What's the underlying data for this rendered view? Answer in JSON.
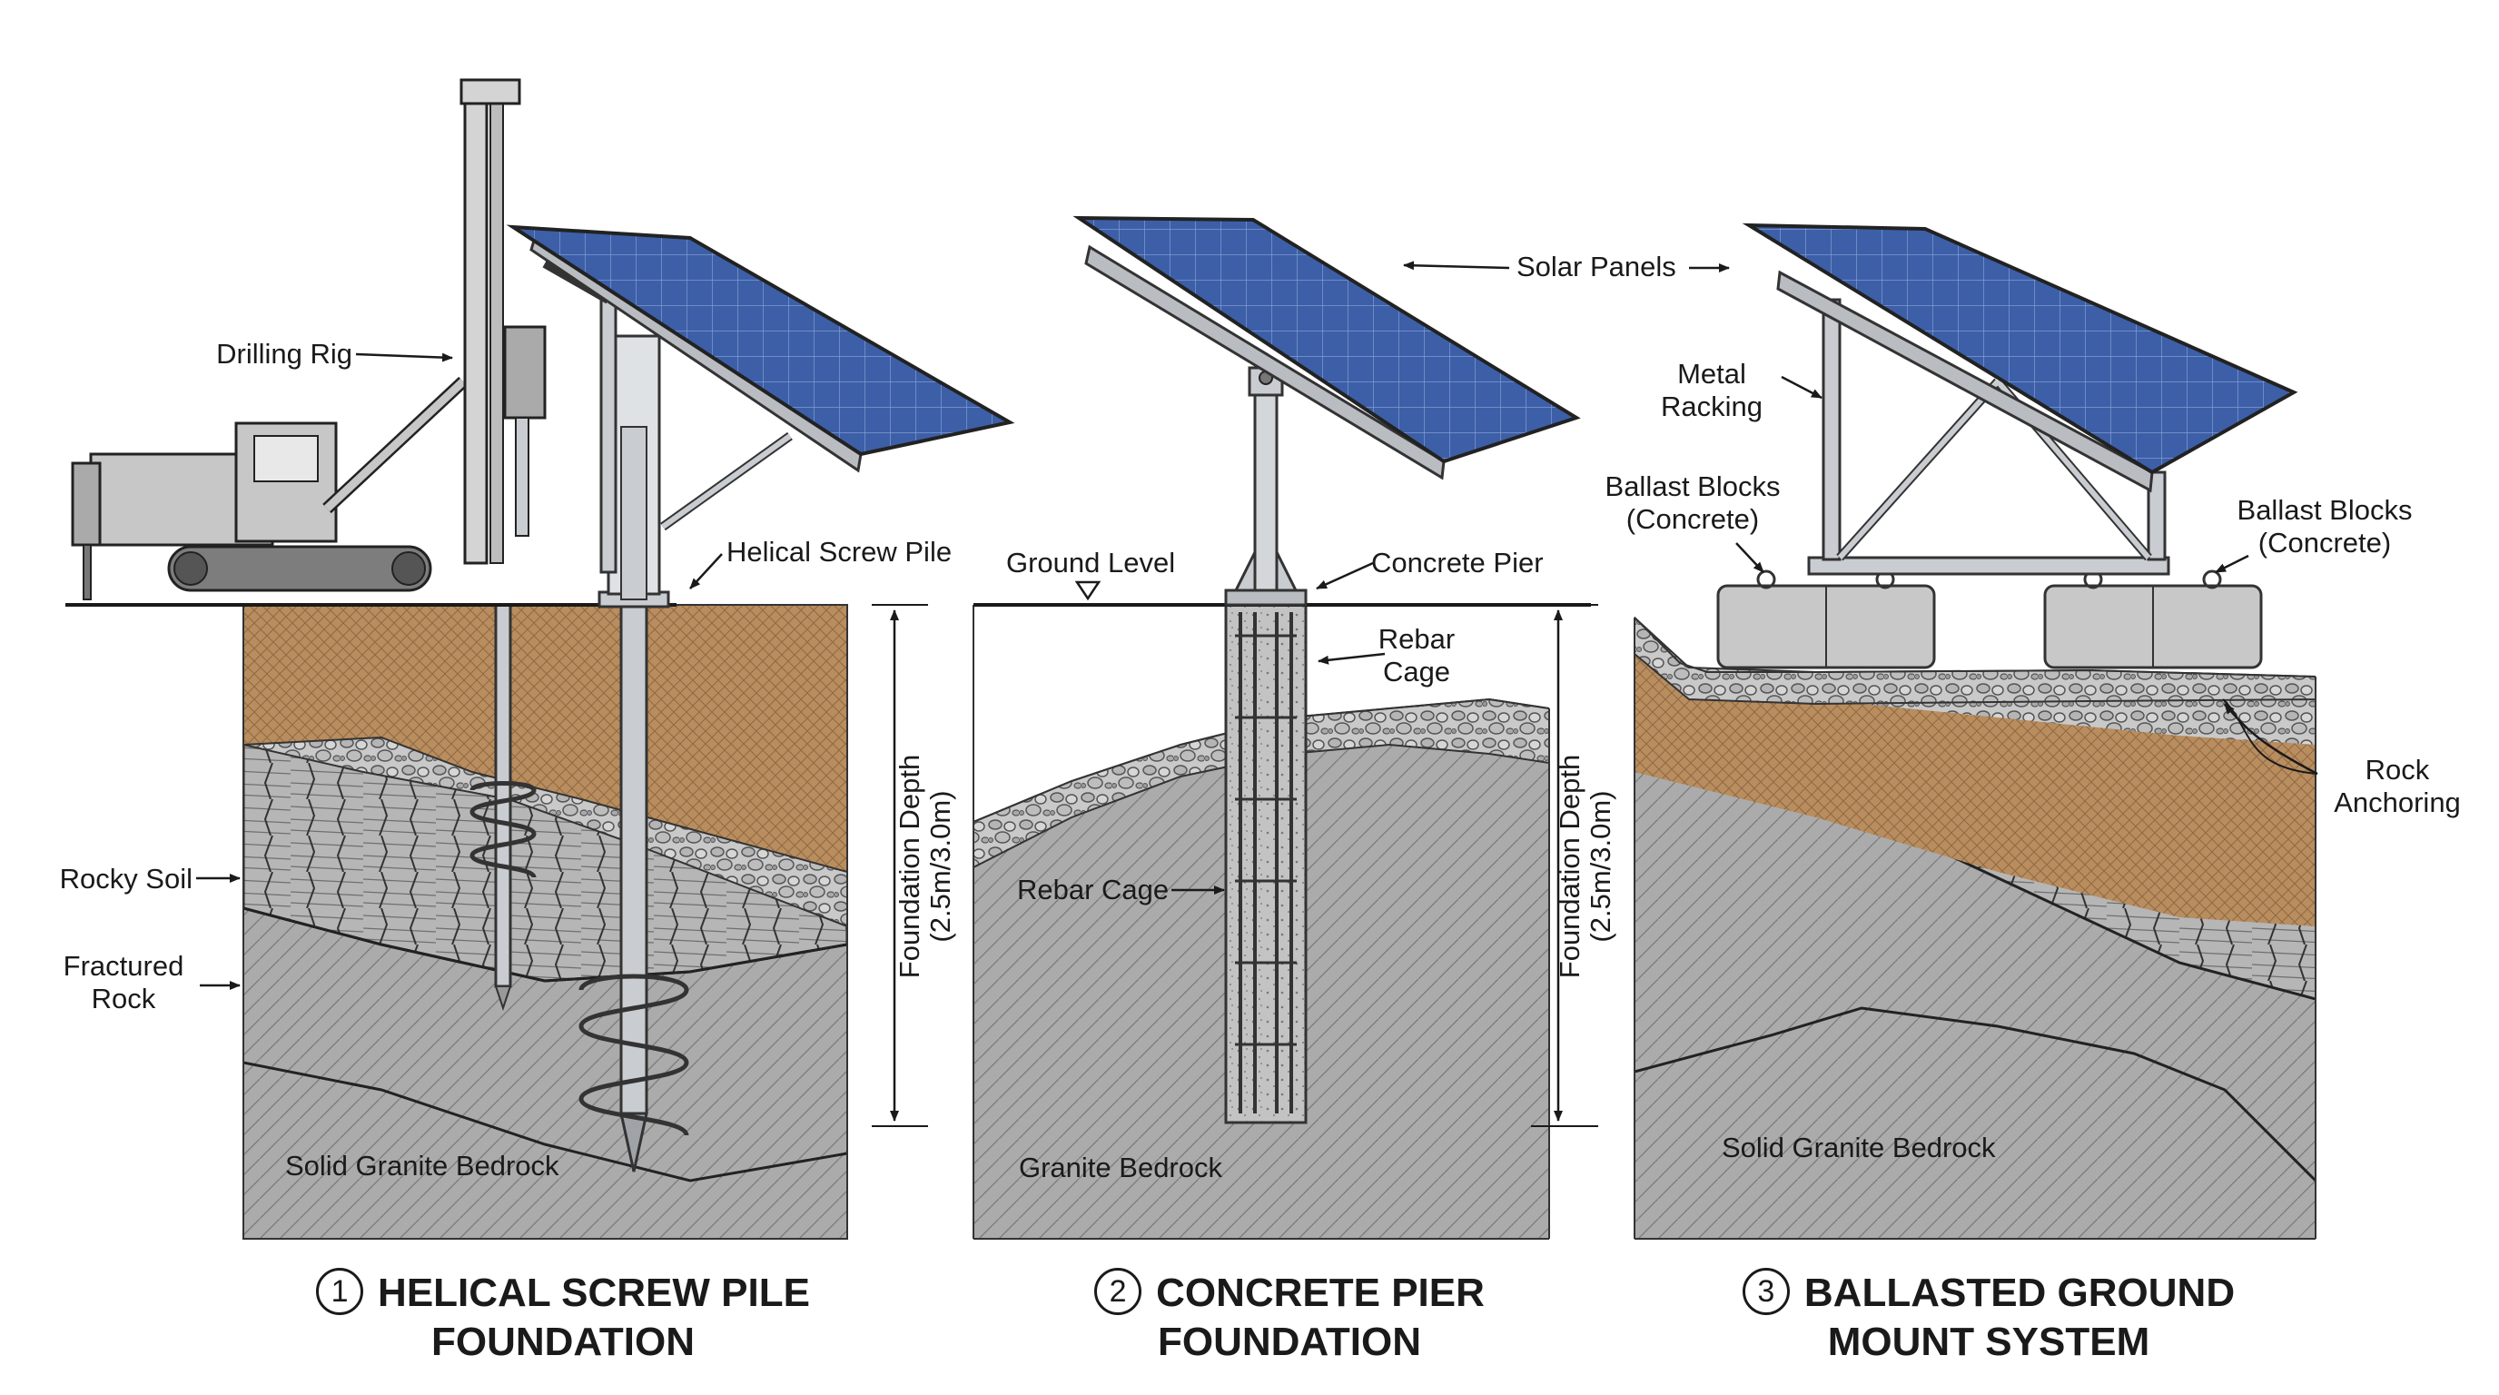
{
  "labels": {
    "drilling_rig": "Drilling Rig",
    "helical_screw_pile": "Helical Screw Pile",
    "rocky_soil": "Rocky Soil",
    "fractured_rock_1": "Fractured",
    "fractured_rock_2": "Rock",
    "solid_granite_bedrock_1": "Solid Granite Bedrock",
    "solar_panels": "Solar Panels",
    "ground_level": "Ground Level",
    "concrete_pier": "Concrete Pier",
    "rebar_cage_top_1": "Rebar",
    "rebar_cage_top_2": "Cage",
    "rebar_cage_side": "Rebar Cage",
    "granite_bedrock": "Granite Bedrock",
    "metal_racking_1": "Metal",
    "metal_racking_2": "Racking",
    "ballast_left_1": "Ballast Blocks",
    "ballast_left_2": "(Concrete)",
    "ballast_right_1": "Ballast Blocks",
    "ballast_right_2": "(Concrete)",
    "rock_anchoring_1": "Rock",
    "rock_anchoring_2": "Anchoring",
    "solid_granite_bedrock_3": "Solid Granite Bedrock"
  },
  "depth": {
    "line1": "Foundation Depth",
    "line2": "(2.5m/3.0m)"
  },
  "titles": [
    {
      "num": "1",
      "line1": "HELICAL SCREW PILE",
      "line2": "FOUNDATION"
    },
    {
      "num": "2",
      "line1": "CONCRETE PIER",
      "line2": "FOUNDATION"
    },
    {
      "num": "3",
      "line1": "BALLASTED GROUND",
      "line2": "MOUNT SYSTEM"
    }
  ],
  "colors": {
    "soil_brown": "#b98d5e",
    "gravel": "#c4c4c4",
    "rock": "#b3b3b3",
    "bedrock": "#a9a9a9",
    "panel_blue": "#3d5fa8",
    "steel": "#c9ccd0"
  }
}
